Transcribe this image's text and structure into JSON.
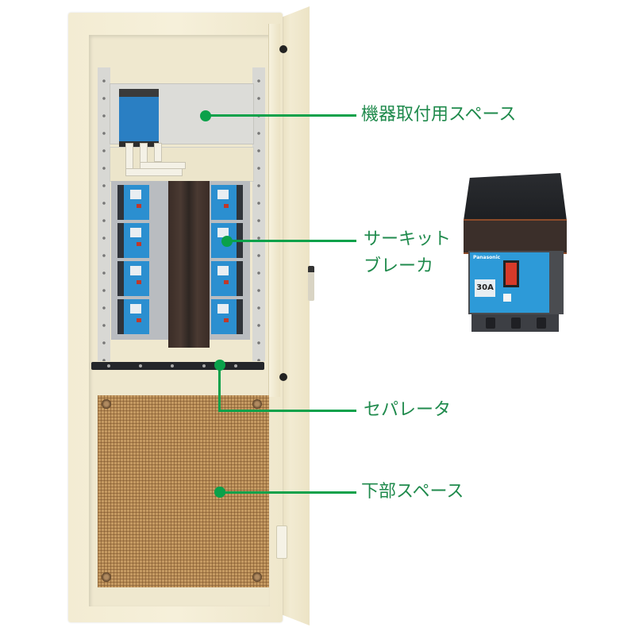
{
  "figure": {
    "subject": "distribution-panel-cabinet",
    "accent_color": "#0aa14a",
    "label_color": "#1f8a4c"
  },
  "callouts": [
    {
      "id": "device-mount-space",
      "label": "機器取付用スペース"
    },
    {
      "id": "circuit-breaker",
      "label_line1": "サーキット",
      "label_line2": "ブレーカ"
    },
    {
      "id": "separator",
      "label": "セパレータ"
    },
    {
      "id": "lower-space",
      "label": "下部スペース"
    }
  ],
  "product_photo": {
    "brand": "Panasonic",
    "rating": "30A"
  }
}
